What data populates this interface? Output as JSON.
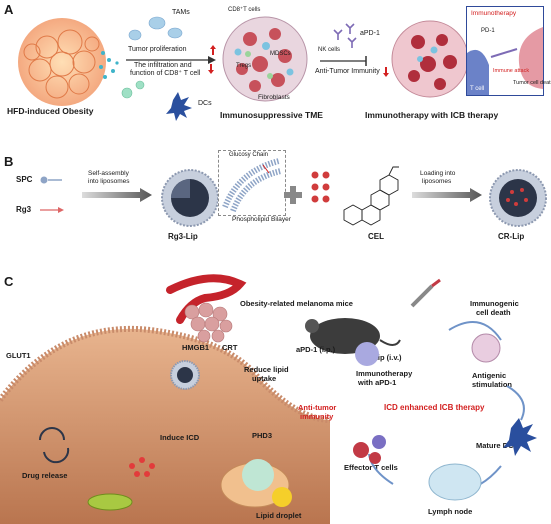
{
  "panel_a": {
    "label": "A",
    "obesity_caption": "HFD-induced Obesity",
    "tams": "TAMs",
    "dcs": "DCs",
    "tumor_proliferation": "Tumor proliferation",
    "infiltration_line1": "The infiltration and",
    "infiltration_line2": "function of CD8⁺ T cell",
    "cd8": "CD8⁺T cells",
    "tregs": "Tregs",
    "mdscs": "MDSCs",
    "nk": "NK cells",
    "fibroblasts": "Fibroblasts",
    "tme_caption": "Immunosuppressive TME",
    "apd1": "aPD-1",
    "anti_tumor": "Anti-Tumor Immunity",
    "icb_caption": "Immunotherapy with ICB therapy",
    "inset_title": "Immunotherapy",
    "inset_pd1": "PD-1",
    "inset_tcell": "T cell",
    "inset_immune": "Immune attack",
    "inset_death": "Tumor cell death"
  },
  "panel_b": {
    "label": "B",
    "spc": "SPC",
    "rg3": "Rg3",
    "self_assembly_1": "Self-assembly",
    "self_assembly_2": "into liposomes",
    "glucosy": "Glucosy Chain",
    "bilayer": "Phospholipid Bilayer",
    "rg3lip": "Rg3-Lip",
    "cel": "CEL",
    "loading_1": "Loading into",
    "loading_2": "liposomes",
    "crlip": "CR-Lip"
  },
  "panel_c": {
    "label": "C",
    "mice": "Obesity-related melanoma mice",
    "crlip_iv": "CR-Lip (i.v.)",
    "apd1_ip": "aPD-1 (i.p.)",
    "icd_1": "Immunogenic",
    "icd_2": "cell death",
    "glut1": "GLUT1",
    "hmgb1": "HMGB1",
    "crt": "CRT",
    "reduce_1": "Reduce lipid",
    "reduce_2": "uptake",
    "immuno_1": "Immunotherapy",
    "immuno_2": "with aPD-1",
    "antigenic_1": "Antigenic",
    "antigenic_2": "stimulation",
    "antitumor_1": "Anti-tumor",
    "antitumor_2": "immunity",
    "icd_enhanced": "ICD enhanced ICB therapy",
    "drug_release": "Drug release",
    "induce_icd": "Induce ICD",
    "phd3": "PHD3",
    "mature_dcs": "Mature DCs",
    "effector": "Effector T cells",
    "lymph": "Lymph node",
    "lipid_droplet": "Lipid droplet"
  },
  "colors": {
    "red": "#d32020",
    "blue_arrow": "#6f93c8",
    "tumor_red": "#c23a45",
    "membrane": "#c98b6a"
  }
}
